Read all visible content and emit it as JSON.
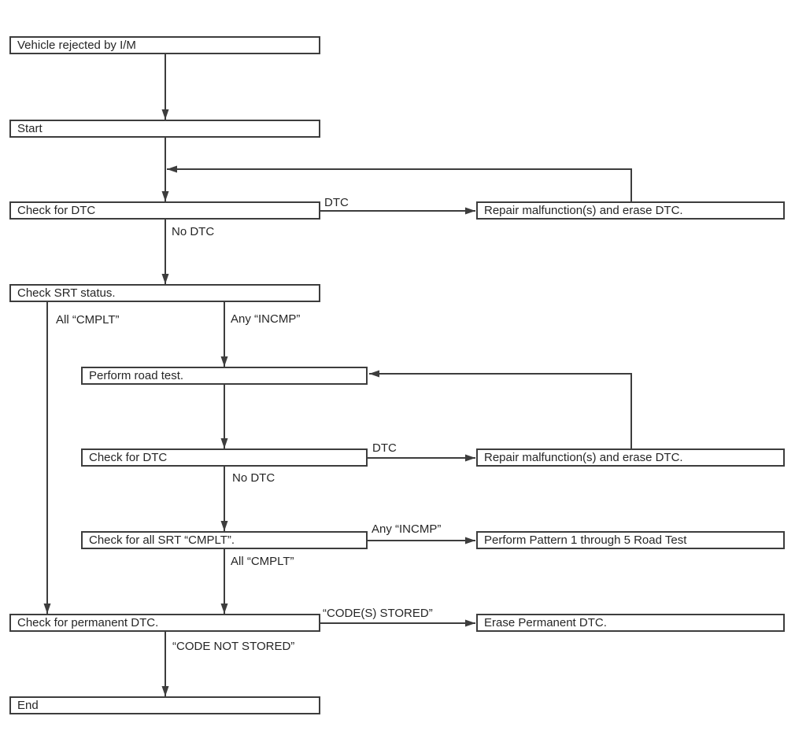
{
  "diagram": {
    "title": "I/M rejection diagnostic flowchart",
    "colors": {
      "line": "#3d3d3d",
      "background": "#ffffff",
      "text": "#262626"
    },
    "nodes": {
      "vehicle_rejected": "Vehicle rejected by I/M",
      "start": "Start",
      "check_dtc_1": "Check for DTC",
      "repair_1": "Repair malfunction(s) and erase DTC.",
      "check_srt": "Check SRT status.",
      "road_test": "Perform road test.",
      "check_dtc_2": "Check for DTC",
      "repair_2": "Repair malfunction(s) and erase DTC.",
      "check_all_srt": "Check for all SRT “CMPLT”.",
      "pattern_road_test": "Perform Pattern 1 through 5 Road Test",
      "check_permanent": "Check for permanent DTC.",
      "erase_permanent": "Erase Permanent DTC.",
      "end": "End"
    },
    "edge_labels": {
      "dtc_1": "DTC",
      "no_dtc_1": "No DTC",
      "all_cmplt_1": "All “CMPLT”",
      "any_incmp_1": "Any “INCMP”",
      "dtc_2": "DTC",
      "no_dtc_2": "No DTC",
      "any_incmp_2": "Any “INCMP”",
      "all_cmplt_2": "All “CMPLT”",
      "codes_stored": "“CODE(S) STORED”",
      "code_not_stored": "“CODE NOT STORED”"
    }
  }
}
